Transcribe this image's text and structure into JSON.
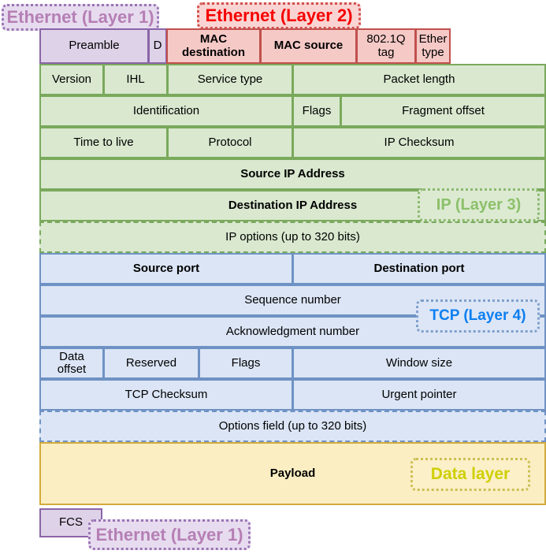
{
  "diagram": {
    "title": "TCP/IP packet structure",
    "colors": {
      "ethernet_l1_fill": "#ded2e8",
      "ethernet_l1_border": "#8a64a8",
      "ethernet_l1_text": "#b57fb5",
      "ethernet_l2_fill": "#f5c9c6",
      "ethernet_l2_border": "#c0504d",
      "ethernet_l2_text": "#f60000",
      "ip_fill": "#d9e8cf",
      "ip_border": "#7aa95c",
      "ip_text": "#8cc06a",
      "tcp_fill": "#dbe5f5",
      "tcp_border": "#6f92c4",
      "tcp_text": "#0d7ff0",
      "payload_fill": "#fbeec2",
      "payload_border": "#d2ab3d",
      "payload_text": "#cfcf05"
    }
  },
  "badges": {
    "ethernet_layer1_top": "Ethernet (Layer 1)",
    "ethernet_layer2": "Ethernet (Layer 2)",
    "ip_layer3": "IP (Layer 3)",
    "tcp_layer4": "TCP (Layer 4)",
    "data_layer": "Data layer",
    "ethernet_layer1_bottom": "Ethernet (Layer 1)"
  },
  "ethernet_header": {
    "preamble": "Preamble",
    "delimiter": "D",
    "mac_destination_line1": "MAC",
    "mac_destination_line2": "destination",
    "mac_source": "MAC source",
    "vlan_tag_line1": "802.1Q",
    "vlan_tag_line2": "tag",
    "ether_type_line1": "Ether",
    "ether_type_line2": "type"
  },
  "ip_header": {
    "version": "Version",
    "ihl": "IHL",
    "service_type": "Service type",
    "packet_length": "Packet length",
    "identification": "Identification",
    "flags": "Flags",
    "fragment_offset": "Fragment offset",
    "time_to_live": "Time to live",
    "protocol": "Protocol",
    "ip_checksum": "IP Checksum",
    "source_ip_address": "Source IP Address",
    "destination_ip_address": "Destination IP Address",
    "ip_options": "IP options (up to 320 bits)"
  },
  "tcp_header": {
    "source_port": "Source port",
    "destination_port": "Destination port",
    "sequence_number": "Sequence number",
    "acknowledgment_number": "Acknowledgment number",
    "data_offset_line1": "Data",
    "data_offset_line2": "offset",
    "reserved": "Reserved",
    "flags": "Flags",
    "window_size": "Window size",
    "tcp_checksum": "TCP Checksum",
    "urgent_pointer": "Urgent pointer",
    "options_field": "Options field (up to 320 bits)"
  },
  "payload": {
    "label": "Payload"
  },
  "ethernet_trailer": {
    "fcs": "FCS"
  }
}
